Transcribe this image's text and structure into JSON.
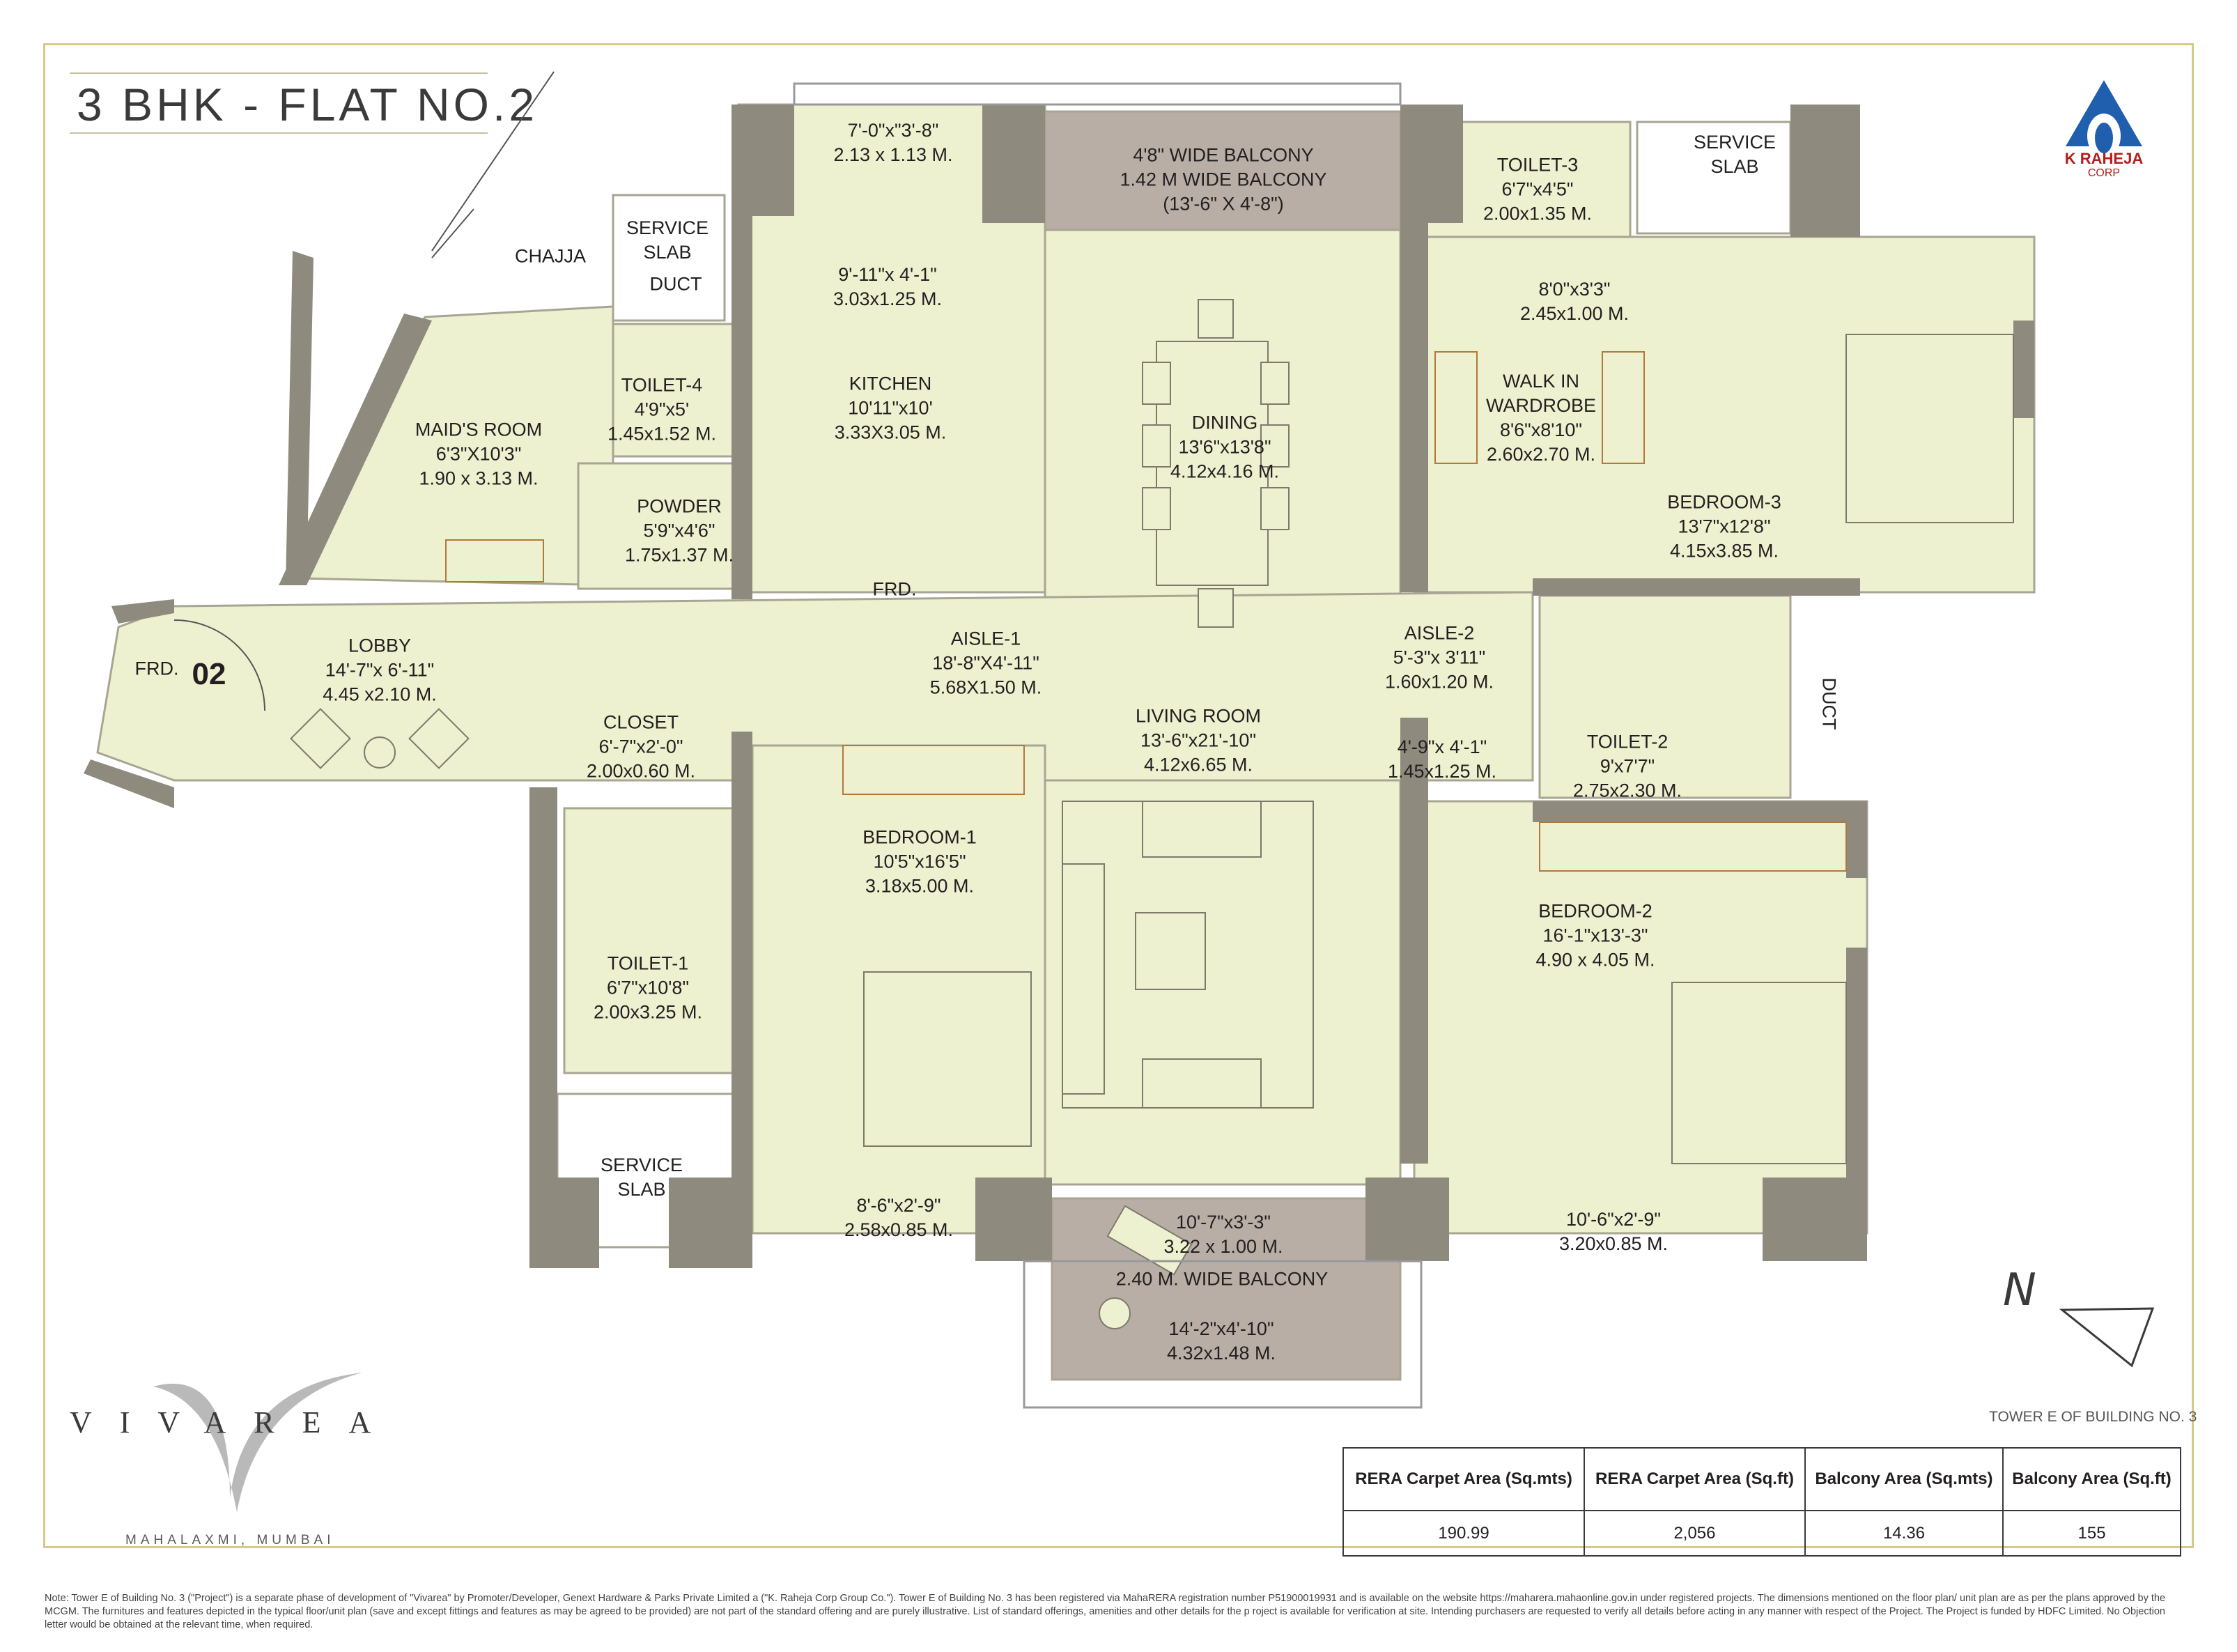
{
  "title": "3 BHK - FLAT NO.2",
  "logo": {
    "icon": "k-raheja-logo-icon",
    "name": "K RAHEJA",
    "sub": "CORP"
  },
  "flat_number": "02",
  "colors": {
    "room_fill": "#eef1cf",
    "wall": "#8f8a7e",
    "balcony_fill": "#b9aea5",
    "frame": "#d8c98a",
    "logo_blue": "#1f5fae",
    "logo_red": "#b71c1c"
  },
  "labels": {
    "chajja": "CHAJJA",
    "service_slab_1": "SERVICE\nSLAB",
    "duct_1": "DUCT",
    "maids_room": "MAID'S ROOM\n6'3\"X10'3\"\n1.90 x 3.13 M.",
    "toilet_4": "TOILET-4\n4'9\"x5'\n1.45x1.52 M.",
    "powder": "POWDER\n5'9\"x4'6\"\n1.75x1.37 M.",
    "balcony_top_dim": "7'-0\"x\"3'-8\"\n2.13 x 1.13 M.",
    "kitchen_passage": "9'-11\"x 4'-1\"\n3.03x1.25 M.",
    "kitchen": "KITCHEN\n10'11\"x10'\n3.33X3.05 M.",
    "frd_kitchen": "FRD.",
    "wide_balcony_top": "4'8\" WIDE BALCONY\n1.42 M WIDE BALCONY\n(13'-6\" X 4'-8\")",
    "dining": "DINING\n13'6\"x13'8\"\n4.12x4.16 M.",
    "toilet_3": "TOILET-3\n6'7\"x4'5\"\n2.00x1.35 M.",
    "service_slab_2": "SERVICE\nSLAB",
    "toilet_3_passage": "8'0\"x3'3\"\n2.45x1.00 M.",
    "walk_in_wardrobe": "WALK IN\nWARDROBE\n8'6\"x8'10\"\n2.60x2.70 M.",
    "bedroom_3": "BEDROOM-3\n13'7\"x12'8\"\n4.15x3.85 M.",
    "frd_entry": "FRD.",
    "lobby": "LOBBY\n14'-7\"x 6'-11\"\n4.45 x2.10 M.",
    "aisle_1": "AISLE-1\n18'-8\"X4'-11\"\n5.68X1.50 M.",
    "aisle_2": "AISLE-2\n5'-3\"x 3'11\"\n1.60x1.20 M.",
    "closet": "CLOSET\n6'-7\"x2'-0\"\n2.00x0.60 M.",
    "living_room": "LIVING ROOM\n13'-6\"x21'-10\"\n4.12x6.65  M.",
    "aisle_2_passage": "4'-9\"x 4'-1\"\n1.45x1.25 M.",
    "toilet_2": "TOILET-2\n9'x7'7\"\n2.75x2.30 M.",
    "duct_2": "DUCT",
    "bedroom_1": "BEDROOM-1\n10'5\"x16'5\"\n3.18x5.00 M.",
    "toilet_1": "TOILET-1\n6'7\"x10'8\"\n2.00x3.25 M.",
    "bedroom_2": "BEDROOM-2\n16'-1\"x13'-3\"\n4.90 x 4.05 M.",
    "service_slab_3": "SERVICE\nSLAB",
    "bedroom_1_balcony": "8'-6\"x2'-9\"\n2.58x0.85 M.",
    "living_balcony_dim": "10'-7\"x3'-3\"\n3.22 x 1.00 M.",
    "wide_balcony_bottom": "2.40  M.  WIDE BALCONY",
    "living_balcony_dim_2": "14'-2\"x4'-10\"\n4.32x1.48 M.",
    "bedroom_2_balcony": "10'-6\"x2'-9\"\n3.20x0.85 M."
  },
  "north_label": "N",
  "brand": {
    "name": "VIVAREA",
    "location": "MAHALAXMI, MUMBAI"
  },
  "tower_label": "TOWER E OF BUILDING NO. 3",
  "area_table": {
    "headers": [
      "RERA Carpet Area (Sq.mts)",
      "RERA Carpet Area (Sq.ft)",
      "Balcony Area (Sq.mts)",
      "Balcony Area (Sq.ft)"
    ],
    "values": [
      "190.99",
      "2,056",
      "14.36",
      "155"
    ]
  },
  "note": "Note: Tower E of Building No. 3 (\"Project\") is a separate phase of development of \"Vivarea\" by Promoter/Developer, Genext Hardware & Parks Private Limited a (\"K. Raheja Corp Group Co.\"). Tower E of Building No. 3 has been registered via MahaRERA registration number P51900019931 and is available on the website https://maharera.mahaonline.gov.in under registered projects. The dimensions mentioned on the floor plan/ unit plan are as per the plans approved by the MCGM. The furnitures and features depicted in the typical floor/unit plan (save and except fittings and features as may be agreed to be provided) are not part of the standard offering and are purely illustrative. List of standard offerings, amenities and other details for the p roject is available for verification at site. Intending purchasers are requested to verify all details before acting in any manner with respect of the Project. The Project is funded by HDFC Limited. No Objection letter would be obtained at the relevant time, when required."
}
